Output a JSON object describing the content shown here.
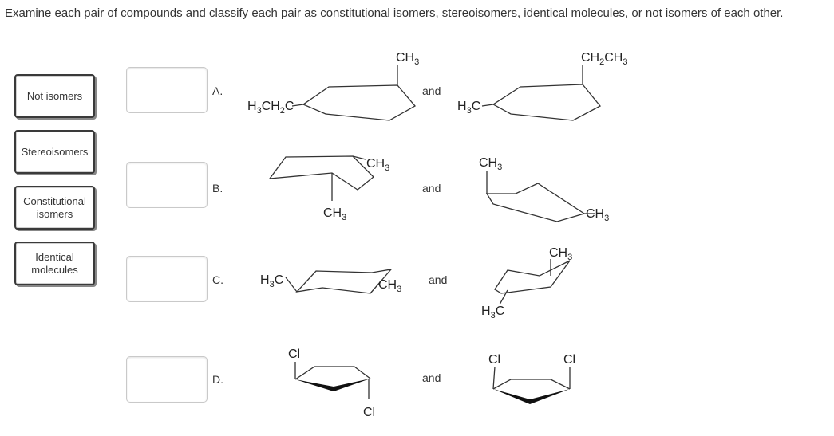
{
  "instructions": "Examine each pair of compounds and classify each pair as constitutional isomers, stereoisomers, identical molecules, or not isomers of each other.",
  "answer_chips": [
    {
      "label": "Not isomers"
    },
    {
      "label": "Stereoisomers"
    },
    {
      "label": "Constitutional isomers"
    },
    {
      "label": "Identical molecules"
    }
  ],
  "questions": [
    {
      "letter": "A.",
      "connector": "and",
      "left_labels": {
        "top": "CH3",
        "side": "H3CH2C"
      },
      "right_labels": {
        "top": "CH2CH3",
        "side": "H3C"
      }
    },
    {
      "letter": "B.",
      "connector": "and",
      "left_labels": {
        "side": "CH3",
        "bottom": "CH3"
      },
      "right_labels": {
        "top": "CH3",
        "side": "CH3"
      }
    },
    {
      "letter": "C.",
      "connector": "and",
      "left_labels": {
        "left": "H3C",
        "right": "CH3"
      },
      "right_labels": {
        "top": "CH3",
        "bottom": "H3C"
      }
    },
    {
      "letter": "D.",
      "connector": "and",
      "left_labels": {
        "top": "Cl",
        "bottom": "Cl"
      },
      "right_labels": {
        "left": "Cl",
        "right": "Cl"
      }
    }
  ]
}
